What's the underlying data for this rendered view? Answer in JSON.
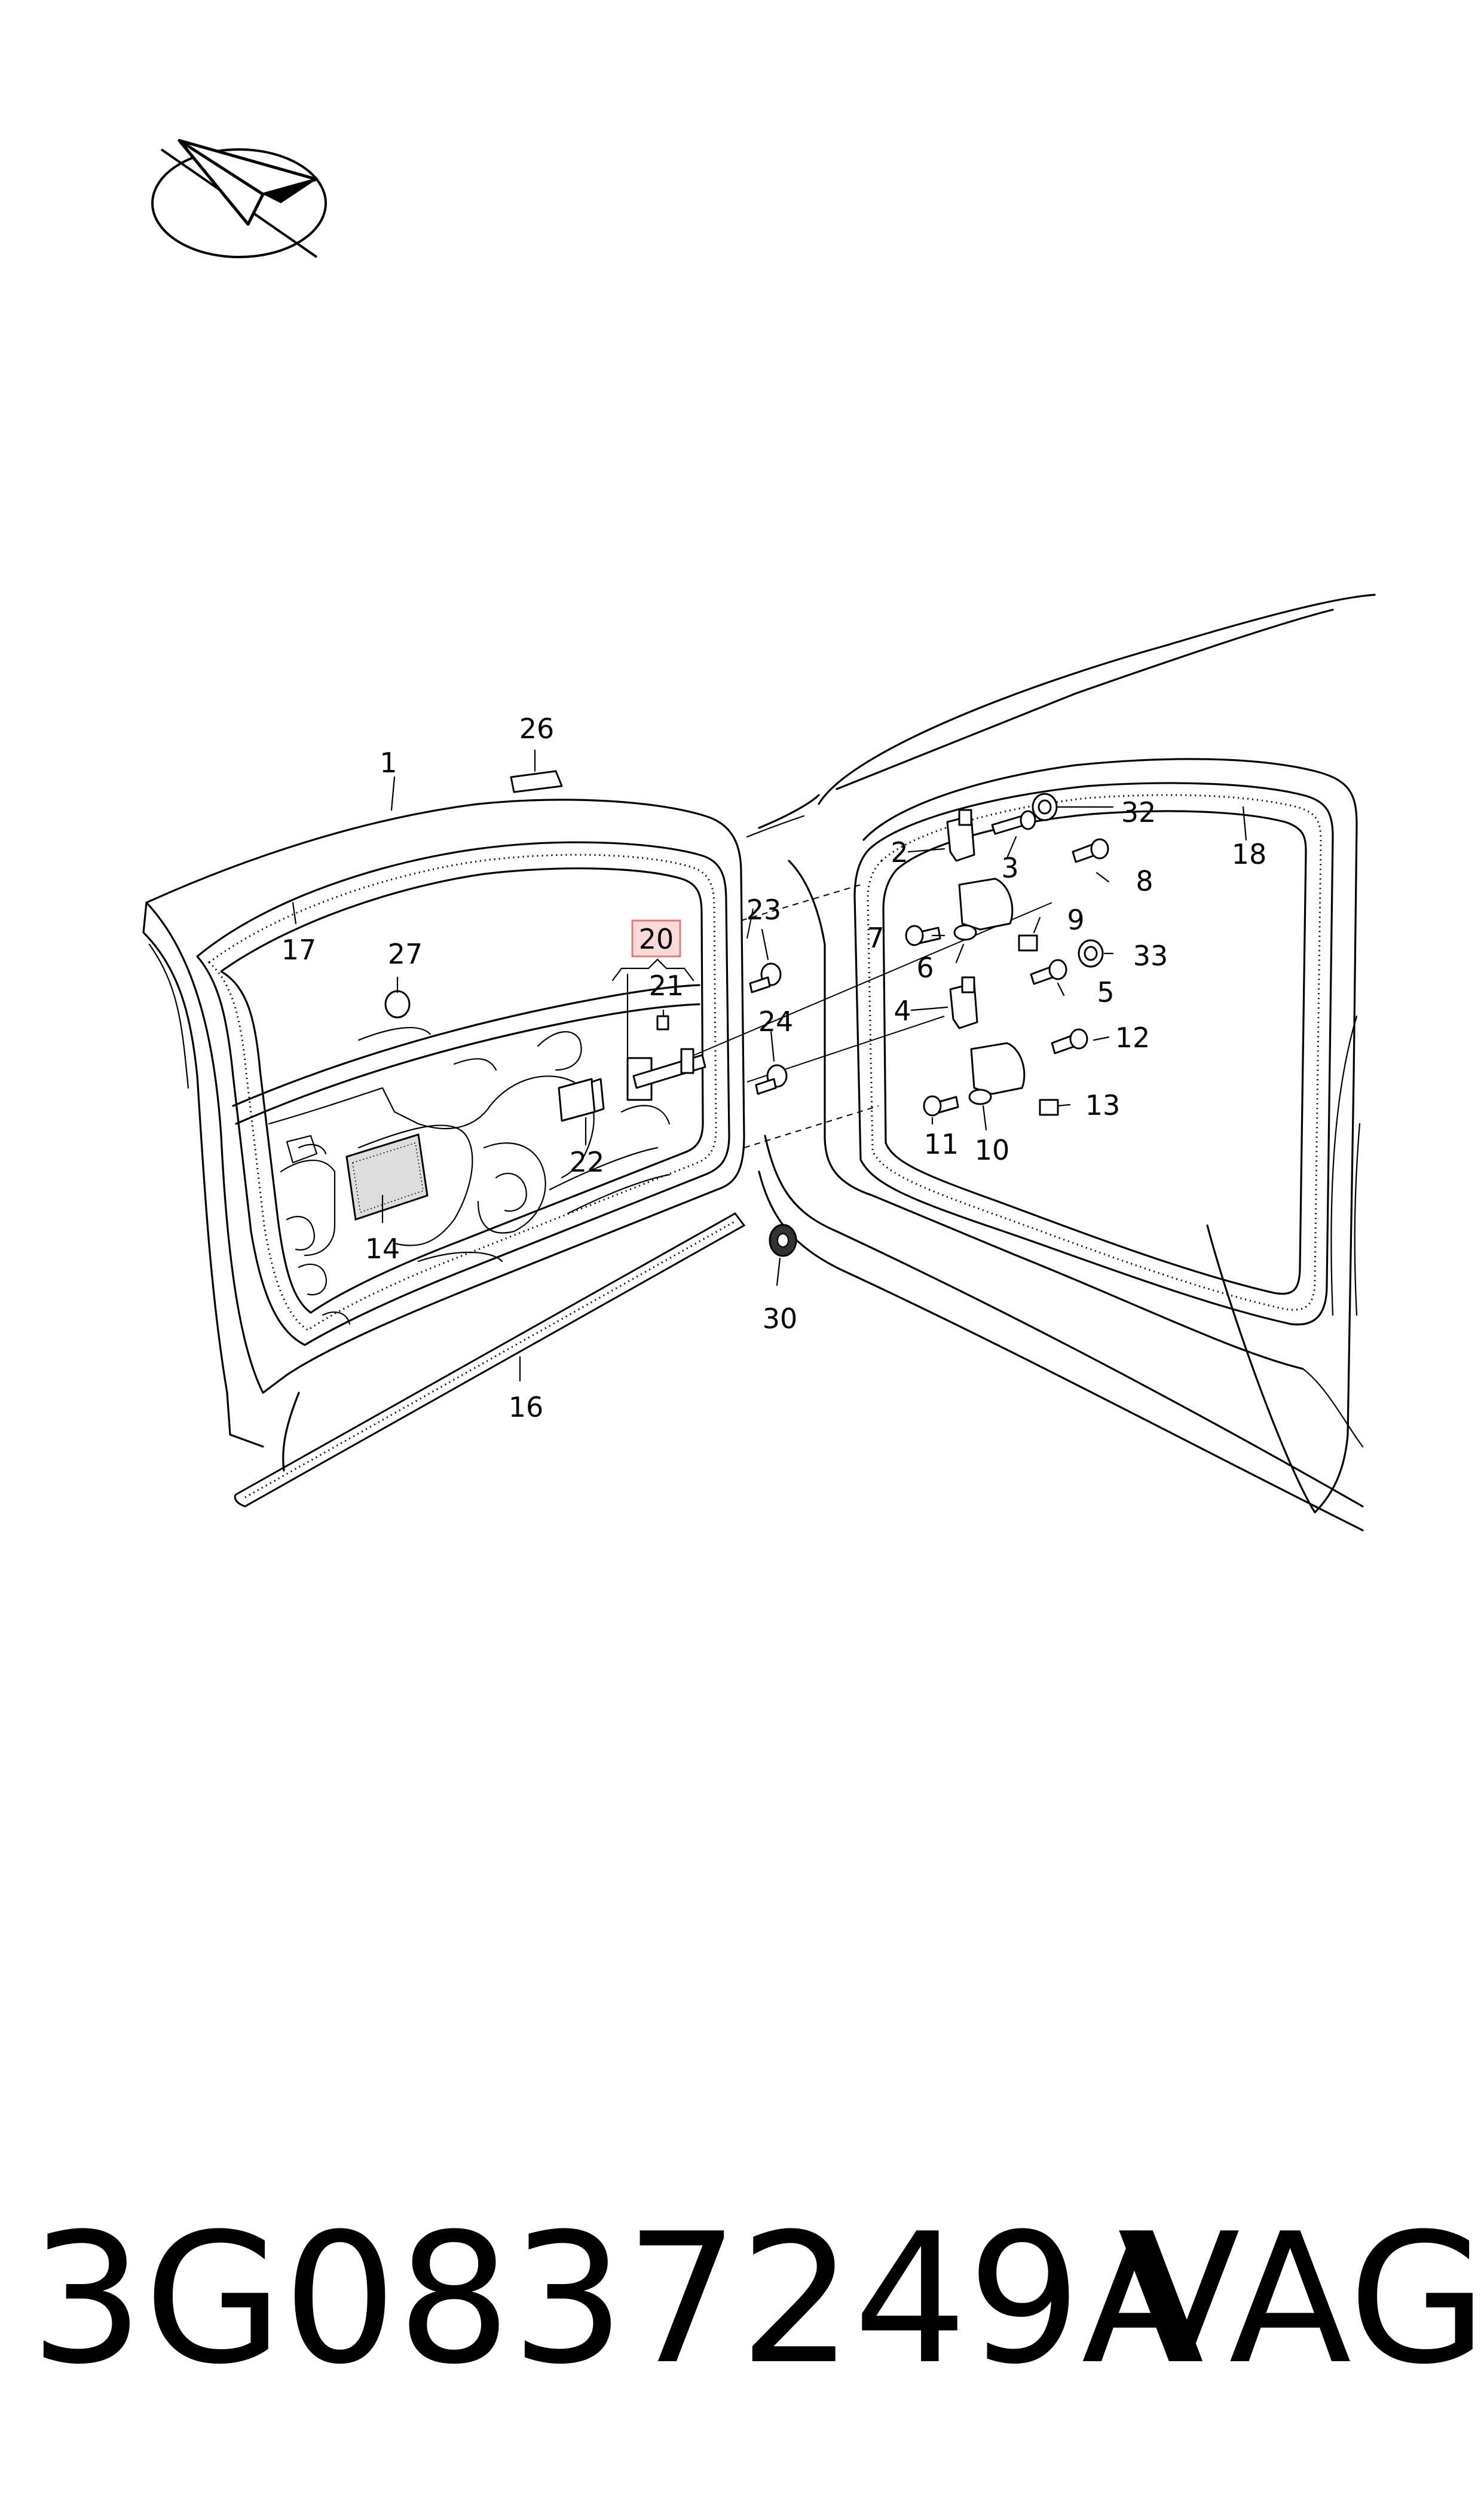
{
  "diagram": {
    "callouts": {
      "c1": "1",
      "c2": "2",
      "c3": "3",
      "c4": "4",
      "c5": "5",
      "c6": "6",
      "c7": "7",
      "c8": "8",
      "c9": "9",
      "c10": "10",
      "c11": "11",
      "c12": "12",
      "c13": "13",
      "c14": "14",
      "c16": "16",
      "c17": "17",
      "c18": "18",
      "c20": "20",
      "c21": "21",
      "c22": "22",
      "c23": "23",
      "c24": "24",
      "c26": "26",
      "c27": "27",
      "c30": "30",
      "c32": "32",
      "c33": "33"
    },
    "highlighted_callout": "20",
    "highlight_color": "#fbd9d9"
  },
  "footer": {
    "part_number": "3G0837249A",
    "brand": "VAG"
  },
  "icons": {
    "logo": "paper-plane-ellipse-logo"
  }
}
